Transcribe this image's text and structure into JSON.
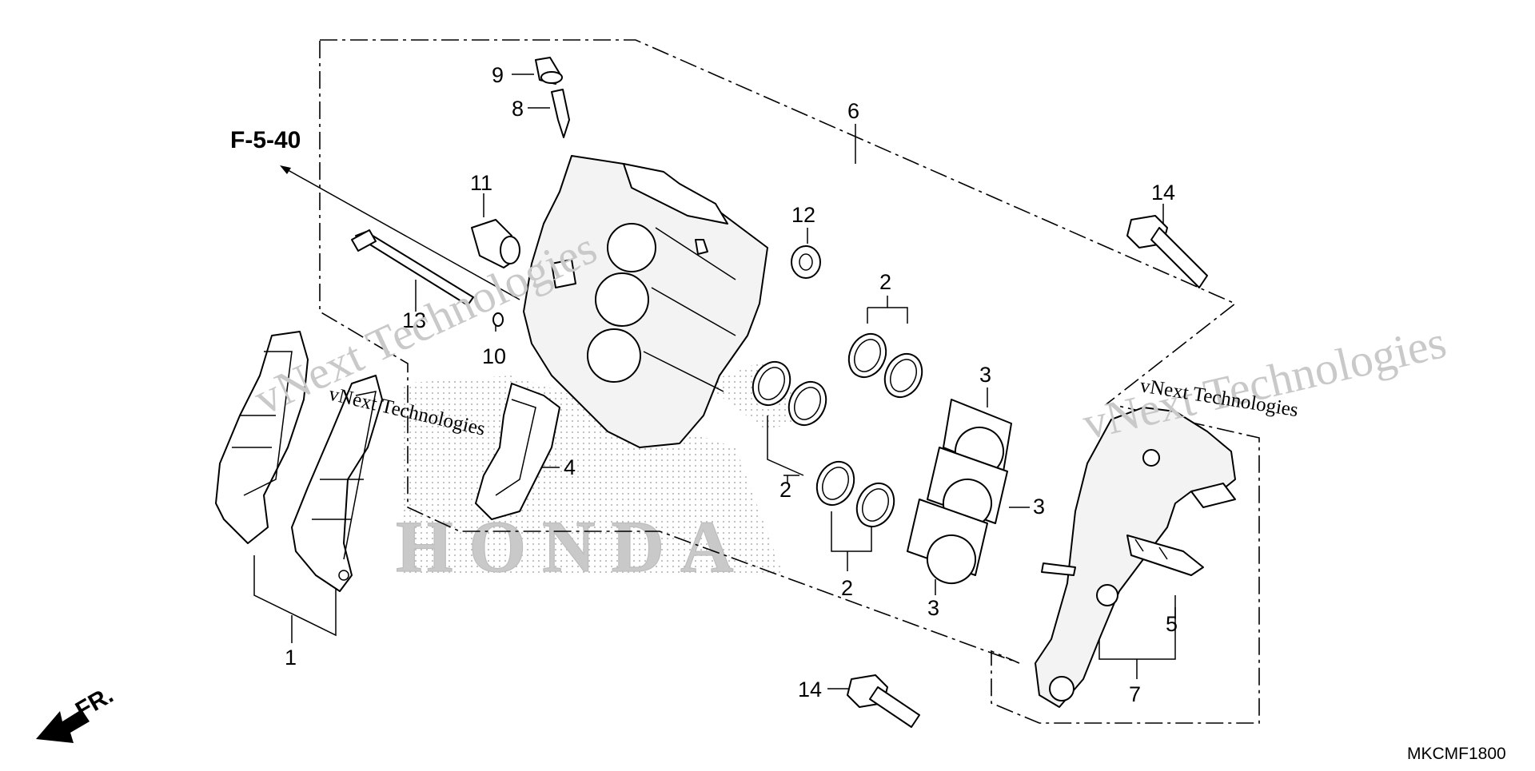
{
  "diagram": {
    "reference": "F-5-40",
    "direction_label": "FR.",
    "code": "MKCMF1800",
    "brand_watermark": "HONDA",
    "watermarks": [
      "vNext Technologies",
      "vNext Technologies",
      "vNext Technologies",
      "vNext Technologies"
    ],
    "callouts": {
      "c1": "1",
      "c2a": "2",
      "c2b": "2",
      "c2c": "2",
      "c3a": "3",
      "c3b": "3",
      "c3c": "3",
      "c4": "4",
      "c5": "5",
      "c6": "6",
      "c7": "7",
      "c8": "8",
      "c9": "9",
      "c10": "10",
      "c11": "11",
      "c12": "12",
      "c13": "13",
      "c14a": "14",
      "c14b": "14"
    }
  }
}
